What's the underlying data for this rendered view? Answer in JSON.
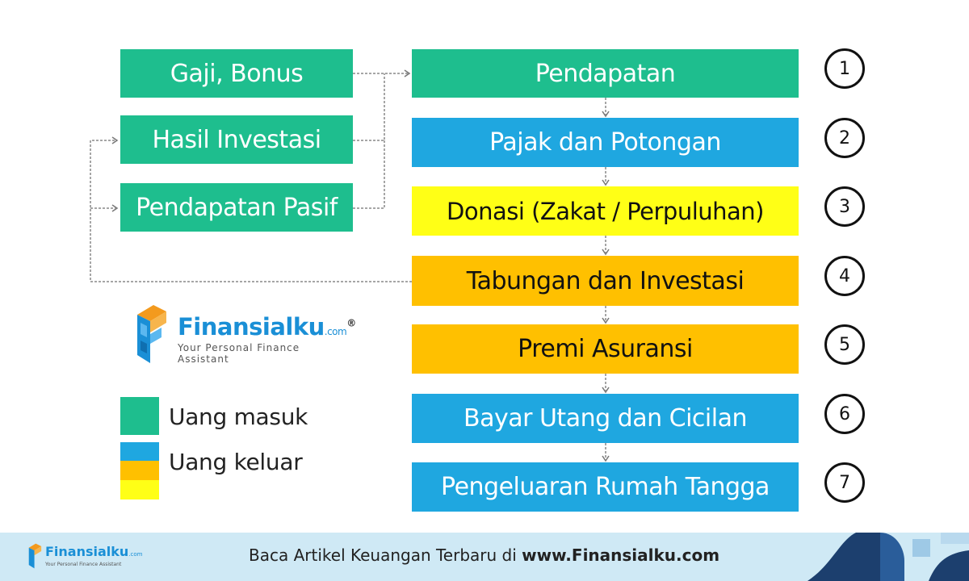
{
  "income_sources": [
    "Gaji, Bonus",
    "Hasil Investasi",
    "Pendapatan Pasif"
  ],
  "flow_steps": [
    {
      "label": "Pendapatan",
      "number": "1",
      "color": "#1ebe8e"
    },
    {
      "label": "Pajak dan Potongan",
      "number": "2",
      "color": "#1fa7e0"
    },
    {
      "label": "Donasi (Zakat / Perpuluhan)",
      "number": "3",
      "color": "#ffff16"
    },
    {
      "label": "Tabungan dan Investasi",
      "number": "4",
      "color": "#ffc000"
    },
    {
      "label": "Premi Asuransi",
      "number": "5",
      "color": "#ffc000"
    },
    {
      "label": "Bayar Utang dan Cicilan",
      "number": "6",
      "color": "#1fa7e0"
    },
    {
      "label": "Pengeluaran Rumah Tangga",
      "number": "7",
      "color": "#1fa7e0"
    }
  ],
  "legend": {
    "in_label": "Uang masuk",
    "out_label": "Uang keluar",
    "in_color": "#1ebe8e",
    "out_colors": [
      "#1fa7e0",
      "#ffc000",
      "#ffff16"
    ]
  },
  "logo": {
    "name": "Finansialku",
    "domain": ".com",
    "registered": "®",
    "tagline": "Your Personal Finance Assistant"
  },
  "footer": {
    "text_prefix": "Baca Artikel Keuangan Terbaru di ",
    "url": "www.Finansialku.com",
    "logo_name": "Finansialku",
    "logo_domain": ".com",
    "logo_tagline": "Your Personal Finance Assistant"
  }
}
